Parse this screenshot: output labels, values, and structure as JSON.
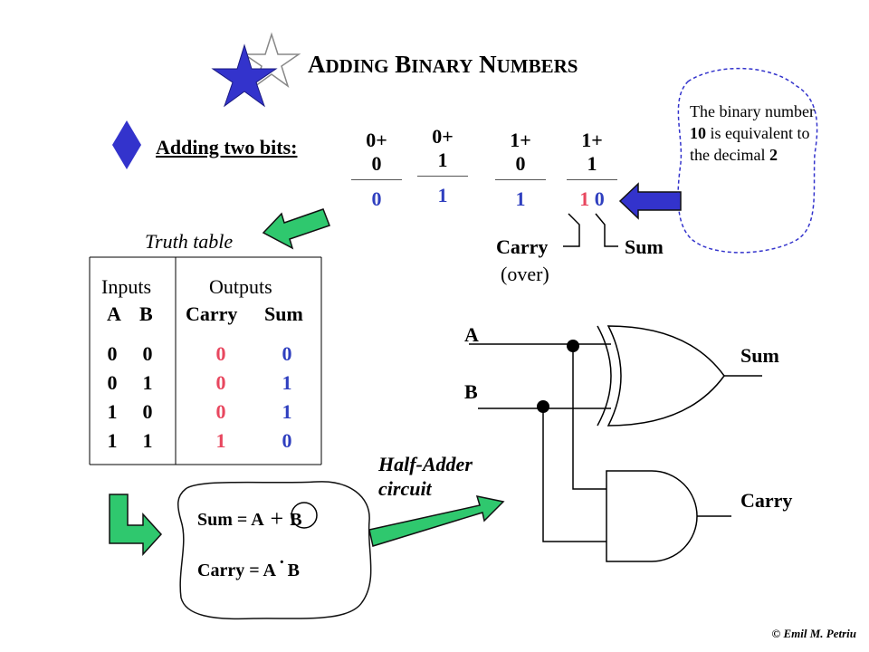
{
  "title": {
    "A": "A",
    "dding": "DDING",
    "B": "B",
    "inary": "INARY",
    "N": "N",
    "umbers": "UMBERS"
  },
  "adding_label": "Adding two bits:",
  "examples": [
    {
      "line1": "0+",
      "line2": "0",
      "result": "0"
    },
    {
      "line1": "0+",
      "line2": "1",
      "result": "1"
    },
    {
      "line1": "1+",
      "line2": "0",
      "result": "1"
    },
    {
      "line1": "1+",
      "line2": "1",
      "result_carry": "1",
      "result_sum": "0"
    }
  ],
  "carry_label": "Carry",
  "over_label": "(over)",
  "sum_label": "Sum",
  "note": {
    "pre": "The binary number ",
    "bin": "10",
    "mid": " is equivalent to the decimal ",
    "dec": "2"
  },
  "truth_table": {
    "caption": "Truth table",
    "inputs_header": "Inputs",
    "outputs_header": "Outputs",
    "col_a": "A",
    "col_b": "B",
    "col_carry": "Carry",
    "col_sum": "Sum",
    "rows": [
      {
        "a": "0",
        "b": "0",
        "carry": "0",
        "sum": "0"
      },
      {
        "a": "0",
        "b": "1",
        "carry": "0",
        "sum": "1"
      },
      {
        "a": "1",
        "b": "0",
        "carry": "0",
        "sum": "1"
      },
      {
        "a": "1",
        "b": "1",
        "carry": "1",
        "sum": "0"
      }
    ]
  },
  "formulas": {
    "sum_lhs": "Sum = A",
    "xor_symbol": "+",
    "sum_rhs": "B",
    "carry_lhs": "Carry = A",
    "and_symbol": "·",
    "carry_rhs": "B"
  },
  "circuit": {
    "caption_line1": "Half-Adder",
    "caption_line2": "circuit",
    "input_a": "A",
    "input_b": "B",
    "output_sum": "Sum",
    "output_carry": "Carry"
  },
  "copyright": "©  Emil M. Petriu",
  "colors": {
    "blue": "#2f3fbf",
    "red": "#e8475f",
    "green": "#2fc86e",
    "star_blue": "#3333cc"
  }
}
